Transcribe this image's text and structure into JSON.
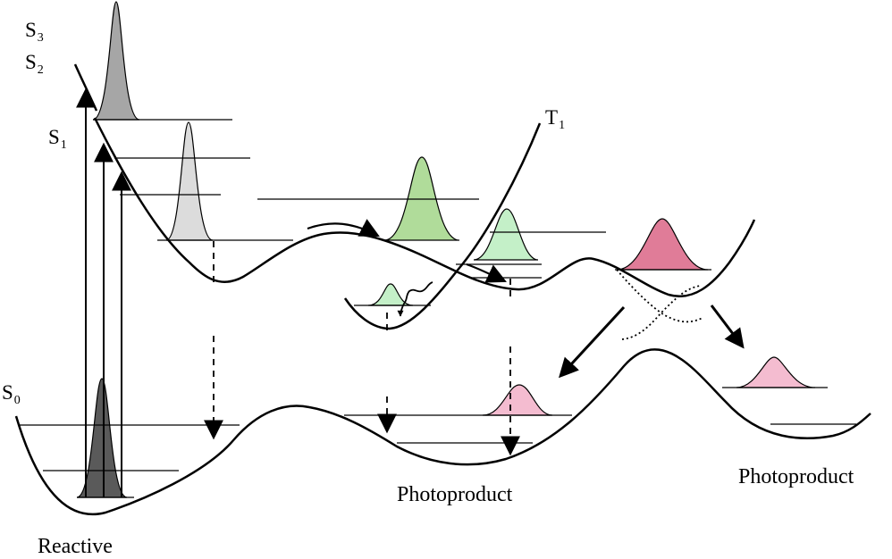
{
  "states": {
    "s3": {
      "letter": "S",
      "sub": "3"
    },
    "s2": {
      "letter": "S",
      "sub": "2"
    },
    "s1": {
      "letter": "S",
      "sub": "1"
    },
    "s0": {
      "letter": "S",
      "sub": "0"
    },
    "t1": {
      "letter": "T",
      "sub": "1"
    }
  },
  "labels": {
    "reactive": "Reactive",
    "photoproduct_left": "Photoproduct",
    "photoproduct_right": "Photoproduct"
  },
  "colors": {
    "curve": "#000000",
    "wavepacket_dark_gray": "#5a5a5a",
    "wavepacket_gray": "#a6a6a6",
    "wavepacket_light_gray": "#dcdcdc",
    "wavepacket_green": "#b0dc9a",
    "wavepacket_light_green": "#c4f0c8",
    "wavepacket_magenta": "#e07c98",
    "wavepacket_pink": "#f4bcd0"
  }
}
